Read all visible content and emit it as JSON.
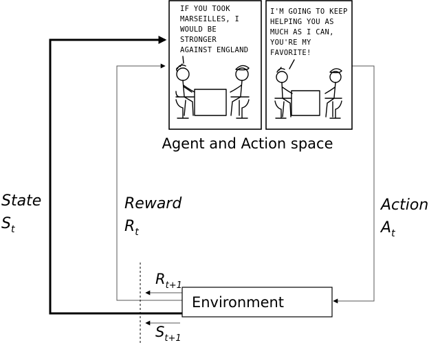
{
  "panels": {
    "left_speech": [
      "IF YOU TOOK",
      "MARSEILLES, I",
      "WOULD BE",
      "STRONGER",
      "AGAINST ENGLAND"
    ],
    "right_speech": [
      "I'M GOING TO KEEP",
      "HELPING YOU AS",
      "MUCH AS I CAN,",
      "YOU'RE MY",
      "FAVORITE!"
    ]
  },
  "agent_caption": "Agent and Action space",
  "state": {
    "label": "State",
    "symbol": "S",
    "subscript": "t"
  },
  "reward": {
    "label": "Reward",
    "symbol": "R",
    "subscript": "t"
  },
  "action": {
    "label": "Action",
    "symbol": "A",
    "subscript": "t"
  },
  "next_reward": {
    "symbol": "R",
    "subscript": "t+1"
  },
  "next_state": {
    "symbol": "S",
    "subscript": "t+1"
  },
  "environment_label": "Environment"
}
